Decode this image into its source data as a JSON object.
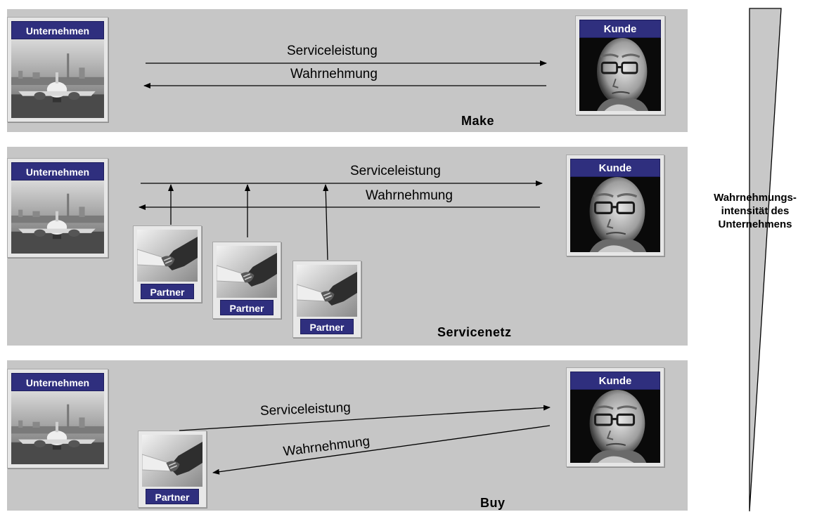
{
  "panels": {
    "make": {
      "company_label": "Unternehmen",
      "customer_label": "Kunde",
      "service_label": "Serviceleistung",
      "perception_label": "Wahrnehmung",
      "scenario_label": "Make"
    },
    "network": {
      "company_label": "Unternehmen",
      "customer_label": "Kunde",
      "service_label": "Serviceleistung",
      "perception_label": "Wahrnehmung",
      "partner_labels": [
        "Partner",
        "Partner",
        "Partner"
      ],
      "scenario_label": "Servicenetz"
    },
    "buy": {
      "company_label": "Unternehmen",
      "customer_label": "Kunde",
      "service_label": "Serviceleistung",
      "perception_label": "Wahrnehmung",
      "partner_label": "Partner",
      "scenario_label": "Buy"
    }
  },
  "side_label": {
    "line1": "Wahrnehmungs-",
    "line2": "intensität des",
    "line3": "Unternehmens"
  },
  "colors": {
    "panel_bg": "#c6c6c6",
    "label_bg": "#2f2f7e",
    "label_text": "#ffffff"
  },
  "icons": {
    "company_image": "airplane-photo",
    "customer_image": "man-portrait-photo",
    "partner_image": "handshake-photo"
  }
}
